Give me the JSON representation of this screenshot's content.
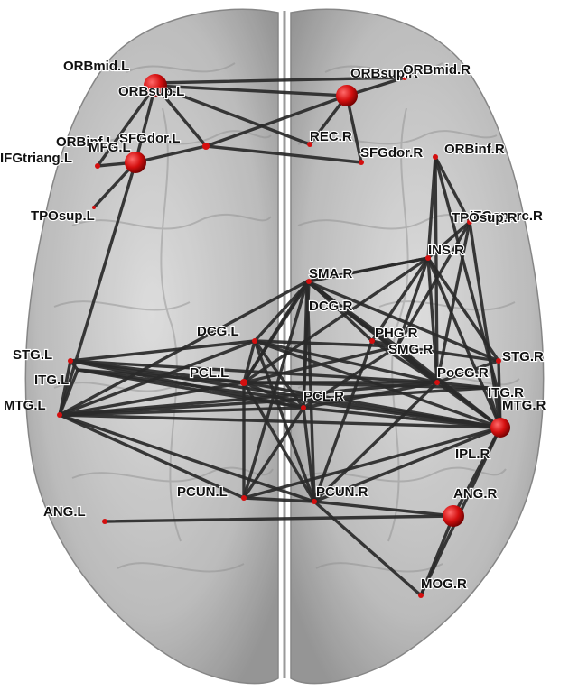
{
  "figure": {
    "colors": {
      "brain_fill": "#bdbdbd",
      "brain_shade": "#8e8e8e",
      "edge": "#2a2a2a",
      "node": "#d40f0f",
      "label": "#111111"
    }
  },
  "nodes": [
    {
      "id": "ORBmid.L",
      "label": "ORBmid.L"
    },
    {
      "id": "ORBsup.L",
      "label": "ORBsup.L"
    },
    {
      "id": "ORBinf.L",
      "label": "ORBinf.L"
    },
    {
      "id": "SFGdor.L",
      "label": "SFGdor.L"
    },
    {
      "id": "MFG.L",
      "label": "MFG.L"
    },
    {
      "id": "IFGtriang.L",
      "label": "IFGtriang.L"
    },
    {
      "id": "TPOsup.L",
      "label": "TPOsup.L"
    },
    {
      "id": "ORBsup.R",
      "label": "ORBsup.R"
    },
    {
      "id": "ORBmid.R",
      "label": "ORBmid.R"
    },
    {
      "id": "REC.R",
      "label": "REC.R"
    },
    {
      "id": "SFGdor.R",
      "label": "SFGdor.R"
    },
    {
      "id": "ORBinf.R",
      "label": "ORBinf.R"
    },
    {
      "id": "IFGoperc.R",
      "label": "IFGoperc.R"
    },
    {
      "id": "TPOsup.R",
      "label": "TPOsup.R"
    },
    {
      "id": "INS.R",
      "label": "INS.R"
    },
    {
      "id": "SMA.R",
      "label": "SMA.R"
    },
    {
      "id": "DCG.R",
      "label": "DCG.R"
    },
    {
      "id": "DCG.L",
      "label": "DCG.L"
    },
    {
      "id": "PHG.R",
      "label": "PHG.R"
    },
    {
      "id": "SMG.R",
      "label": "SMG.R"
    },
    {
      "id": "STG.L",
      "label": "STG.L"
    },
    {
      "id": "ITG.L",
      "label": "ITG.L"
    },
    {
      "id": "MTG.L",
      "label": "MTG.L"
    },
    {
      "id": "PCL.L",
      "label": "PCL.L"
    },
    {
      "id": "PCL.R",
      "label": "PCL.R"
    },
    {
      "id": "PoCG.R",
      "label": "PoCG.R"
    },
    {
      "id": "STG.R",
      "label": "STG.R"
    },
    {
      "id": "ITG.R",
      "label": "ITG.R"
    },
    {
      "id": "MTG.R",
      "label": "MTG.R"
    },
    {
      "id": "IPL.R",
      "label": "IPL.R"
    },
    {
      "id": "PCUN.L",
      "label": "PCUN.L"
    },
    {
      "id": "PCUN.R",
      "label": "PCUN.R"
    },
    {
      "id": "ANG.R",
      "label": "ANG.R"
    },
    {
      "id": "ANG.L",
      "label": "ANG.L"
    },
    {
      "id": "MOG.R",
      "label": "MOG.R"
    }
  ],
  "edges": [
    [
      "ORBsup.L",
      "ORBsup.R"
    ],
    [
      "ORBsup.L",
      "SFGdor.L"
    ],
    [
      "ORBsup.L",
      "REC.R"
    ],
    [
      "ORBsup.L",
      "MFG.L"
    ],
    [
      "ORBsup.L",
      "ORBinf.L"
    ],
    [
      "ORBsup.R",
      "ORBmid.R"
    ],
    [
      "ORBsup.R",
      "SFGdor.R"
    ],
    [
      "ORBsup.R",
      "SFGdor.L"
    ],
    [
      "ORBsup.R",
      "REC.R"
    ],
    [
      "ORBmid.L",
      "ORBmid.R"
    ],
    [
      "SFGdor.L",
      "SFGdor.R"
    ],
    [
      "SFGdor.L",
      "MFG.L"
    ],
    [
      "MFG.L",
      "ORBinf.L"
    ],
    [
      "MFG.L",
      "MTG.L"
    ],
    [
      "MFG.L",
      "TPOsup.L"
    ],
    [
      "ORBinf.R",
      "IFGoperc.R"
    ],
    [
      "ORBinf.R",
      "INS.R"
    ],
    [
      "ORBinf.R",
      "MTG.R"
    ],
    [
      "ORBinf.R",
      "PoCG.R"
    ],
    [
      "IFGoperc.R",
      "INS.R"
    ],
    [
      "IFGoperc.R",
      "SMG.R"
    ],
    [
      "IFGoperc.R",
      "IPL.R"
    ],
    [
      "IFGoperc.R",
      "PoCG.R"
    ],
    [
      "INS.R",
      "SMA.R"
    ],
    [
      "INS.R",
      "DCG.R"
    ],
    [
      "INS.R",
      "PHG.R"
    ],
    [
      "INS.R",
      "SMG.R"
    ],
    [
      "INS.R",
      "PoCG.R"
    ],
    [
      "INS.R",
      "STG.R"
    ],
    [
      "INS.R",
      "PCL.L"
    ],
    [
      "INS.R",
      "IPL.R"
    ],
    [
      "SMA.R",
      "DCG.L"
    ],
    [
      "SMA.R",
      "DCG.R"
    ],
    [
      "SMA.R",
      "PCL.L"
    ],
    [
      "SMA.R",
      "PHG.R"
    ],
    [
      "SMA.R",
      "PoCG.R"
    ],
    [
      "DCG.R",
      "PCL.L"
    ],
    [
      "DCG.R",
      "PCL.R"
    ],
    [
      "DCG.R",
      "SMG.R"
    ],
    [
      "DCG.R",
      "PoCG.R"
    ],
    [
      "DCG.R",
      "PCUN.L"
    ],
    [
      "DCG.R",
      "PCUN.R"
    ],
    [
      "DCG.R",
      "IPL.R"
    ],
    [
      "DCG.R",
      "STG.R"
    ],
    [
      "DCG.R",
      "MTG.L"
    ],
    [
      "DCG.L",
      "PCL.L"
    ],
    [
      "DCG.L",
      "PCL.R"
    ],
    [
      "DCG.L",
      "SMG.R"
    ],
    [
      "DCG.L",
      "STG.L"
    ],
    [
      "DCG.L",
      "PCUN.R"
    ],
    [
      "DCG.L",
      "IPL.R"
    ],
    [
      "DCG.L",
      "PoCG.R"
    ],
    [
      "PCL.L",
      "PCL.R"
    ],
    [
      "PCL.L",
      "PoCG.R"
    ],
    [
      "PCL.L",
      "SMG.R"
    ],
    [
      "PCL.L",
      "STG.L"
    ],
    [
      "PCL.L",
      "ITG.L"
    ],
    [
      "PCL.L",
      "MTG.L"
    ],
    [
      "PCL.L",
      "PCUN.L"
    ],
    [
      "PCL.L",
      "PCUN.R"
    ],
    [
      "PCL.L",
      "IPL.R"
    ],
    [
      "PCL.L",
      "ITG.R"
    ],
    [
      "PCL.R",
      "PoCG.R"
    ],
    [
      "PCL.R",
      "SMG.R"
    ],
    [
      "PCL.R",
      "PCUN.L"
    ],
    [
      "PCL.R",
      "PCUN.R"
    ],
    [
      "PCL.R",
      "IPL.R"
    ],
    [
      "PCL.R",
      "MTG.L"
    ],
    [
      "PHG.R",
      "SMG.R"
    ],
    [
      "PHG.R",
      "PoCG.R"
    ],
    [
      "PHG.R",
      "PCUN.R"
    ],
    [
      "SMG.R",
      "PoCG.R"
    ],
    [
      "SMG.R",
      "STG.R"
    ],
    [
      "SMG.R",
      "IPL.R"
    ],
    [
      "PoCG.R",
      "STG.R"
    ],
    [
      "PoCG.R",
      "IPL.R"
    ],
    [
      "PoCG.R",
      "PCUN.R"
    ],
    [
      "PoCG.R",
      "ITG.R"
    ],
    [
      "STG.R",
      "IPL.R"
    ],
    [
      "MTG.R",
      "IPL.R"
    ],
    [
      "ITG.R",
      "IPL.R"
    ],
    [
      "STG.L",
      "ITG.L"
    ],
    [
      "STG.L",
      "MTG.L"
    ],
    [
      "STG.L",
      "PoCG.R"
    ],
    [
      "STG.L",
      "IPL.R"
    ],
    [
      "STG.L",
      "PCL.R"
    ],
    [
      "ITG.L",
      "MTG.L"
    ],
    [
      "ITG.L",
      "IPL.R"
    ],
    [
      "ITG.L",
      "PCL.R"
    ],
    [
      "MTG.L",
      "IPL.R"
    ],
    [
      "MTG.L",
      "PCUN.L"
    ],
    [
      "MTG.L",
      "PCUN.R"
    ],
    [
      "MTG.L",
      "ITG.R"
    ],
    [
      "MTG.L",
      "PoCG.R"
    ],
    [
      "IPL.R",
      "PCUN.R"
    ],
    [
      "IPL.R",
      "PCUN.L"
    ],
    [
      "IPL.R",
      "ANG.R"
    ],
    [
      "IPL.R",
      "MOG.R"
    ],
    [
      "PCUN.L",
      "PCUN.R"
    ],
    [
      "PCUN.R",
      "ANG.R"
    ],
    [
      "ANG.R",
      "MOG.R"
    ],
    [
      "ANG.R",
      "ANG.L"
    ],
    [
      "PCUN.R",
      "MOG.R"
    ],
    [
      "DCG.L",
      "MTG.L"
    ],
    [
      "SMA.R",
      "PCL.R"
    ]
  ]
}
